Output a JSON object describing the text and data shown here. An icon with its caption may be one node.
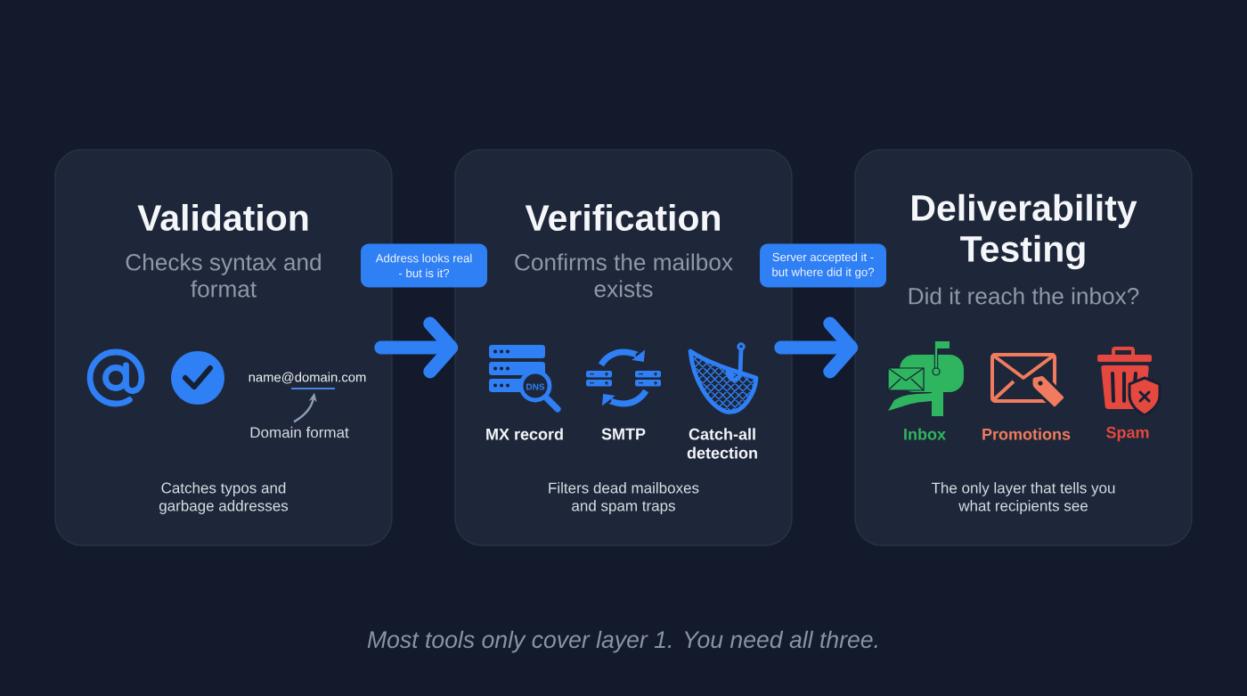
{
  "diagram": {
    "caption": "Most tools only cover layer 1. You need all three.",
    "nodes": [
      {
        "text": [
          "Validation",
          "Checks syntax and format",
          "Catches typos and garbage addresses"
        ]
      },
      {
        "text": [
          "name@domain.com"
        ],
        "in": 0
      },
      {
        "text": [
          "Domain format"
        ],
        "in": 0
      },
      {
        "text": [
          "Address looks real - but is it?"
        ]
      },
      {
        "text": [
          "Verification",
          "Confirms the mailbox exists",
          "Filters dead mailboxes and spam traps"
        ]
      },
      {
        "text": [
          "Server accepted it - but where did it go?"
        ]
      },
      {
        "text": [
          "Deliverability Testing",
          "Did it reach the inbox?",
          "The only layer that tells you what recipients see"
        ]
      }
    ],
    "edges": [
      {
        "from": 0,
        "to": 4,
        "arrow": "to"
      },
      {
        "from": 4,
        "to": 6,
        "arrow": "to"
      },
      {
        "from": 2,
        "to": 1,
        "arrow": "to",
        "color": "#8d9db3"
      }
    ],
    "labels": [
      "DNS",
      "MX record",
      "SMTP",
      "Catch-all detection",
      "Inbox",
      "Promotions",
      "Spam"
    ]
  }
}
